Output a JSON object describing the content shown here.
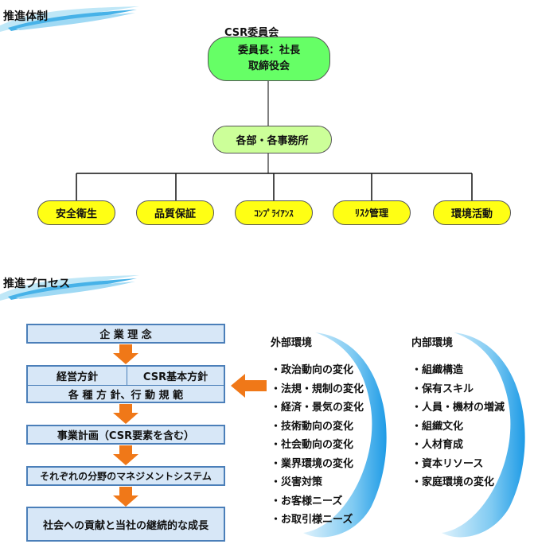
{
  "structure": {
    "heading": "推進体制",
    "committee_title": "CSR委員会",
    "chair_line1": "委員長：社長",
    "chair_line2": "取締役会",
    "departments": "各部・各事務所",
    "units": [
      "安全衛生",
      "品質保証",
      "ｺﾝﾌﾟﾗｲｱﾝｽ",
      "ﾘｽｸ管理",
      "環境活動"
    ]
  },
  "process": {
    "heading": "推進プロセス",
    "philosophy": "企 業 理 念",
    "policy_left": "経営方針",
    "policy_right": "CSR基本方針",
    "policy_bottom": "各 種 方 針、行 動 規 範",
    "plan": "事業計画（CSR要素を含む）",
    "management": "それぞれの分野のマネジメントシステム",
    "outcome": "社会への貢献と当社の継続的な成長"
  },
  "external": {
    "title": "外部環境",
    "items": [
      "・政治動向の変化",
      "・法規・規制の変化",
      "・経済・景気の変化",
      "・技術動向の変化",
      "・社会動向の変化",
      "・業界環境の変化",
      "・災害対策",
      "・お客様ニーズ",
      "・お取引様ニーズ"
    ]
  },
  "internal": {
    "title": "内部環境",
    "items": [
      "・組織構造",
      "・保有スキル",
      "・人員・機材の増減",
      "・組織文化",
      "・人材育成",
      "・資本リソース",
      "・家庭環境の変化"
    ]
  },
  "colors": {
    "committee_green": "#66ff66",
    "department_green": "#ccff99",
    "unit_yellow": "#ffff14",
    "process_blue": "#d7e7f7",
    "arrow_orange": "#f07818",
    "ellipse_blue": "#1e9be6"
  }
}
